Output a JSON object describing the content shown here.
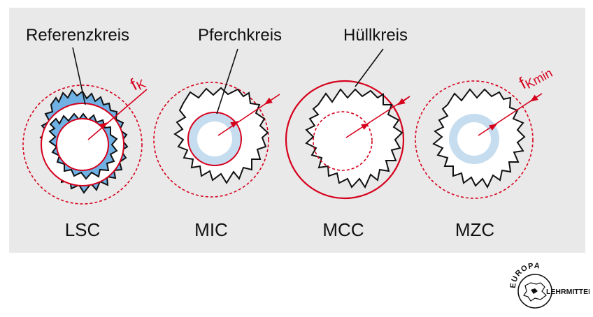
{
  "labels": {
    "referenzkreis": "Referenzkreis",
    "pferchkreis": "Pferchkreis",
    "huellkreis": "Hüllkreis",
    "fk_base": "f",
    "fk_sub": "K",
    "fkmin_base": "f",
    "fkmin_sub": "Kmin"
  },
  "methods": [
    {
      "code": "LSC"
    },
    {
      "code": "MIC"
    },
    {
      "code": "MCC"
    },
    {
      "code": "MZC"
    }
  ],
  "logo": {
    "line1": "EUROPA",
    "line2": "LEHRMITTEL"
  },
  "colors": {
    "background": "#e9e9e9",
    "accent_red": "#d6001c",
    "fill_blue": "#6fb1e4",
    "fill_light_blue": "#c6ddf0",
    "outline": "#111111"
  }
}
